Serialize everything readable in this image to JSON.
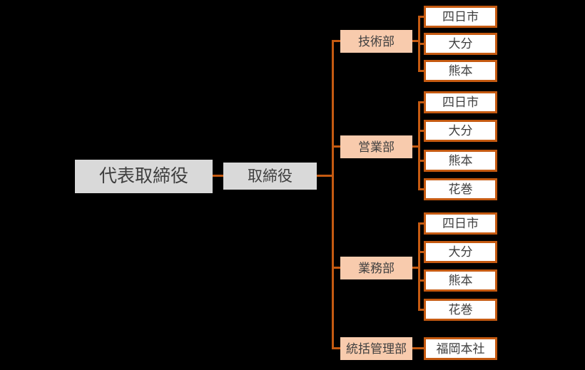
{
  "colors": {
    "background": "#000000",
    "connector": "#C55A11",
    "executive_fill": "#D9D9D9",
    "department_fill": "#F8CBAD",
    "branch_fill": "#FFFFFF",
    "text": "#3F3F3F"
  },
  "org": {
    "root": {
      "label": "代表取締役"
    },
    "director": {
      "label": "取締役"
    },
    "departments": [
      {
        "label": "技術部",
        "branches": [
          "四日市",
          "大分",
          "熊本"
        ]
      },
      {
        "label": "営業部",
        "branches": [
          "四日市",
          "大分",
          "熊本",
          "花巻"
        ]
      },
      {
        "label": "業務部",
        "branches": [
          "四日市",
          "大分",
          "熊本",
          "花巻"
        ]
      },
      {
        "label": "統括管理部",
        "branches": [
          "福岡本社"
        ]
      }
    ]
  }
}
